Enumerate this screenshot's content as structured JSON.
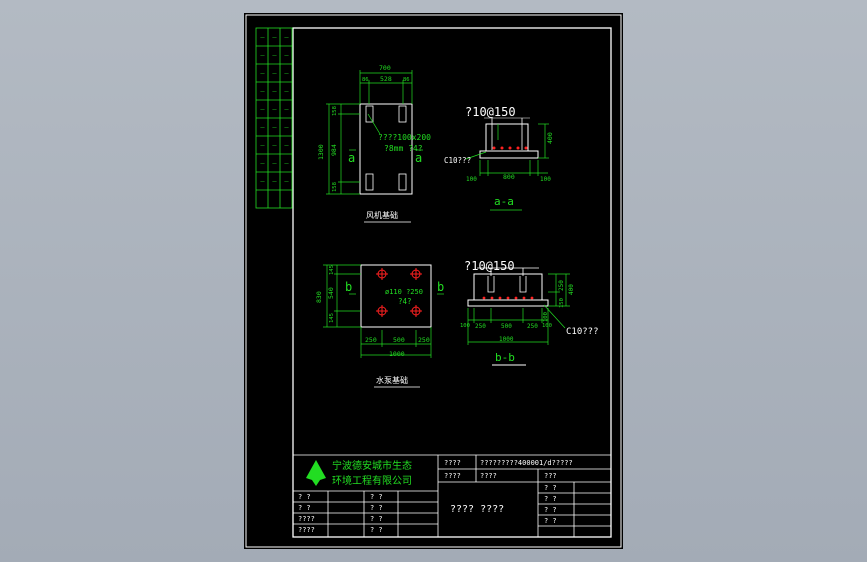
{
  "colors": {
    "background": "#a9b1bb",
    "paper": "#000000",
    "frame": "#ffffff",
    "dim": "#22dd22",
    "text_white": "#ffffff",
    "bolt": "#ff2020"
  },
  "fan": {
    "dim_top_total": "700",
    "dim_top_left": "86",
    "dim_top_mid": "528",
    "dim_top_right": "86",
    "dim_left_total": "1300",
    "dim_left_top": "158",
    "dim_left_mid": "984",
    "dim_left_bot": "158",
    "note1": "????100x200",
    "note2": "?8mm ?4?",
    "section_mark_left": "a",
    "section_mark_right": "a",
    "title": "风机基础"
  },
  "section_a": {
    "rebar": "?10@150",
    "height": "400",
    "concrete": "C10???",
    "dim_left": "100",
    "dim_mid": "800",
    "dim_right": "100",
    "label": "a-a"
  },
  "pump": {
    "dim_left_total": "830",
    "dim_left_top": "145",
    "dim_left_mid": "540",
    "dim_left_bot": "145",
    "note1": "ø110 ?250",
    "note2": "?4?",
    "section_mark_left": "b",
    "section_mark_right": "b",
    "dim_bot_left": "250",
    "dim_bot_mid": "500",
    "dim_bot_right": "250",
    "dim_bot_total": "1000",
    "title": "水泵基础"
  },
  "section_b": {
    "rebar": "?10@150",
    "dim_right_top": "250",
    "dim_right_total": "400",
    "dim_right_bot": "150",
    "dim_right_small": "100",
    "dim_bot_left_small": "100",
    "dim_bot_left": "250",
    "dim_bot_mid": "500",
    "dim_bot_right": "250",
    "dim_bot_right_small": "100",
    "dim_bot_total": "1000",
    "concrete": "C10???",
    "label": "b-b"
  },
  "title_block": {
    "company_line1": "宁波德安城市生态",
    "company_line2": "环境工程有限公司",
    "cell_project_label": "????",
    "cell_project_value": "?????????400001/d?????",
    "cell_sub_label": "????",
    "cell_sub_value": "????",
    "cell_right_label": "???",
    "drawing_name": "???? ????",
    "sig_rows": [
      "? ?",
      "? ?",
      "????",
      "????"
    ],
    "sig_mid": [
      "? ?",
      "? ?",
      "? ?",
      "? ?"
    ],
    "right_rows": [
      "? ?",
      "? ?",
      "? ?",
      "? ?"
    ]
  }
}
